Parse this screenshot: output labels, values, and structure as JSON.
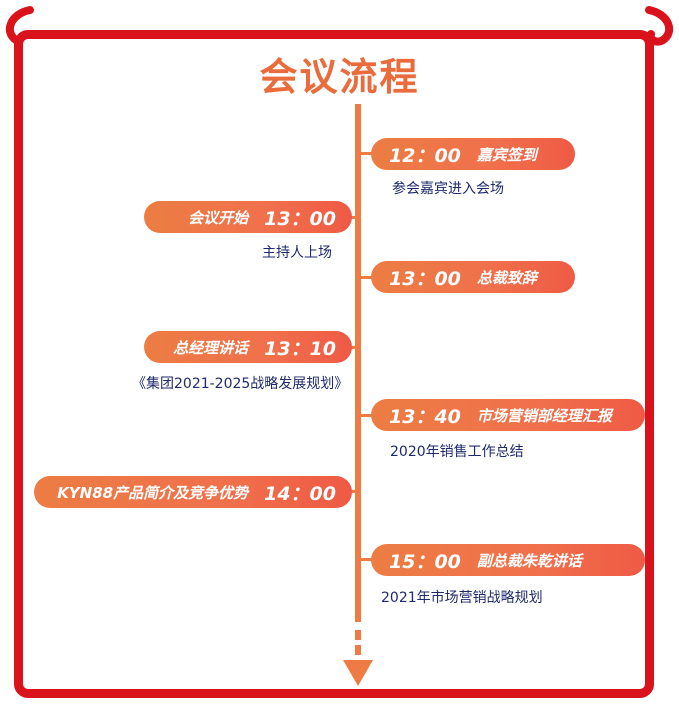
{
  "title": "会议流程",
  "colors": {
    "frame": "#d9121b",
    "accent": "#ef7b44",
    "title": "#ea6b3c",
    "desc_text": "#1e2a6e"
  },
  "events": [
    {
      "time": "12：00",
      "name": "嘉宾签到",
      "desc": "参会嘉宾进入会场",
      "side": "right"
    },
    {
      "time": "13：00",
      "name": "会议开始",
      "desc": "主持人上场",
      "side": "left"
    },
    {
      "time": "13：00",
      "name": "总裁致辞",
      "desc": "",
      "side": "right"
    },
    {
      "time": "13：10",
      "name": "总经理讲话",
      "desc": "《集团2021-2025战略发展规划》",
      "side": "left"
    },
    {
      "time": "13：40",
      "name": "市场营销部经理汇报",
      "desc": "2020年销售工作总结",
      "side": "right"
    },
    {
      "time": "14：00",
      "name": "KYN88产品简介及竞争优势",
      "desc": "",
      "side": "left"
    },
    {
      "time": "15：00",
      "name": "副总裁朱乾讲话",
      "desc": "2021年市场营销战略规划",
      "side": "right"
    }
  ]
}
